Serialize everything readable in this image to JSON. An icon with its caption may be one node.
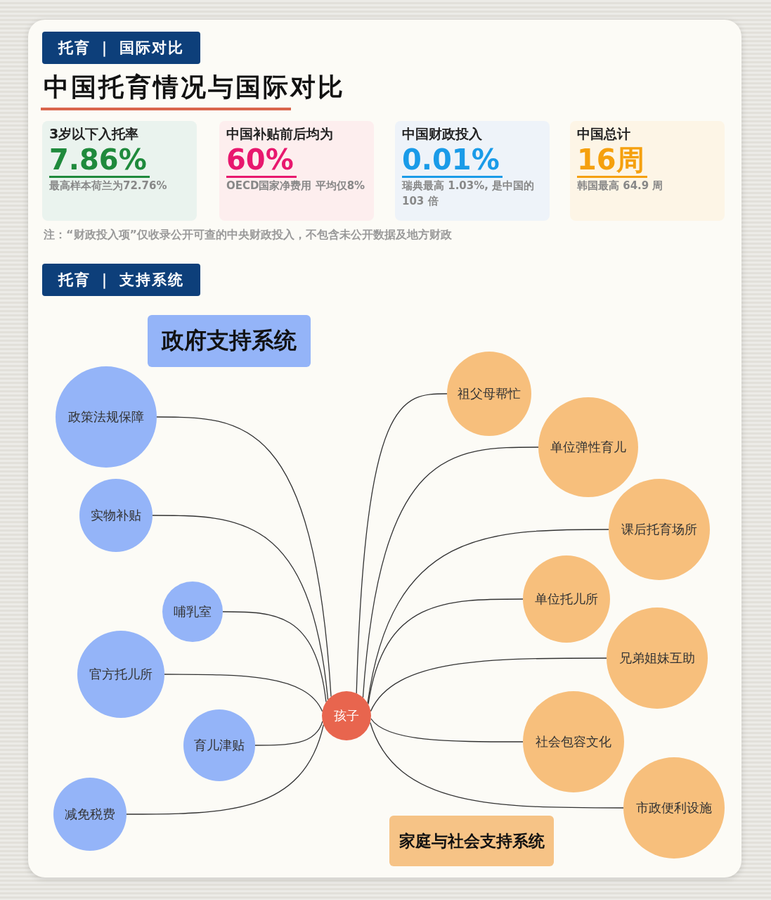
{
  "diagram": {
    "title": "中国托育情况与国际对比",
    "nodes": [
      {
        "text": [
          "托育 ｜ 国际对比"
        ]
      },
      {
        "text": [
          "3岁以下入托率",
          "7.86%",
          "最高样本荷兰为72.76%"
        ]
      },
      {
        "text": [
          "中国补贴前后均为",
          "60%",
          "OECD国家净费用 平均仅8%"
        ]
      },
      {
        "text": [
          "中国财政投入",
          "0.01%",
          "瑞典最高 1.03%, 是中国的 103 倍"
        ]
      },
      {
        "text": [
          "中国总计",
          "16周",
          "韩国最高 64.9 周"
        ]
      },
      {
        "text": [
          "托育 ｜ 支持系统"
        ]
      },
      {
        "text": [
          "政府支持系统"
        ]
      },
      {
        "text": [
          "孩子"
        ]
      },
      {
        "text": [
          "政策法规保障"
        ]
      },
      {
        "text": [
          "实物补贴"
        ]
      },
      {
        "text": [
          "哺乳室"
        ]
      },
      {
        "text": [
          "官方托儿所"
        ]
      },
      {
        "text": [
          "育儿津贴"
        ]
      },
      {
        "text": [
          "减免税费"
        ]
      },
      {
        "text": [
          "祖父母帮忙"
        ]
      },
      {
        "text": [
          "单位弹性育儿"
        ]
      },
      {
        "text": [
          "课后托育场所"
        ]
      },
      {
        "text": [
          "单位托儿所"
        ]
      },
      {
        "text": [
          "兄弟姐妹互助"
        ]
      },
      {
        "text": [
          "社会包容文化"
        ]
      },
      {
        "text": [
          "市政便利设施"
        ]
      },
      {
        "text": [
          "家庭与社会支持系统"
        ]
      }
    ],
    "edges": [
      {
        "from": 7,
        "to": 8,
        "arrow": "none"
      },
      {
        "from": 7,
        "to": 9,
        "arrow": "none"
      },
      {
        "from": 7,
        "to": 10,
        "arrow": "none"
      },
      {
        "from": 7,
        "to": 11,
        "arrow": "none"
      },
      {
        "from": 7,
        "to": 12,
        "arrow": "none"
      },
      {
        "from": 7,
        "to": 13,
        "arrow": "none"
      },
      {
        "from": 7,
        "to": 14,
        "arrow": "none"
      },
      {
        "from": 7,
        "to": 15,
        "arrow": "none"
      },
      {
        "from": 7,
        "to": 16,
        "arrow": "none"
      },
      {
        "from": 7,
        "to": 17,
        "arrow": "none"
      },
      {
        "from": 7,
        "to": 18,
        "arrow": "none"
      },
      {
        "from": 7,
        "to": 19,
        "arrow": "none"
      },
      {
        "from": 7,
        "to": 20,
        "arrow": "none"
      }
    ],
    "labels": [
      "注：“财政投入项”仅收录公开可查的中央财政投入，不包含未公开数据及地方财政"
    ]
  }
}
